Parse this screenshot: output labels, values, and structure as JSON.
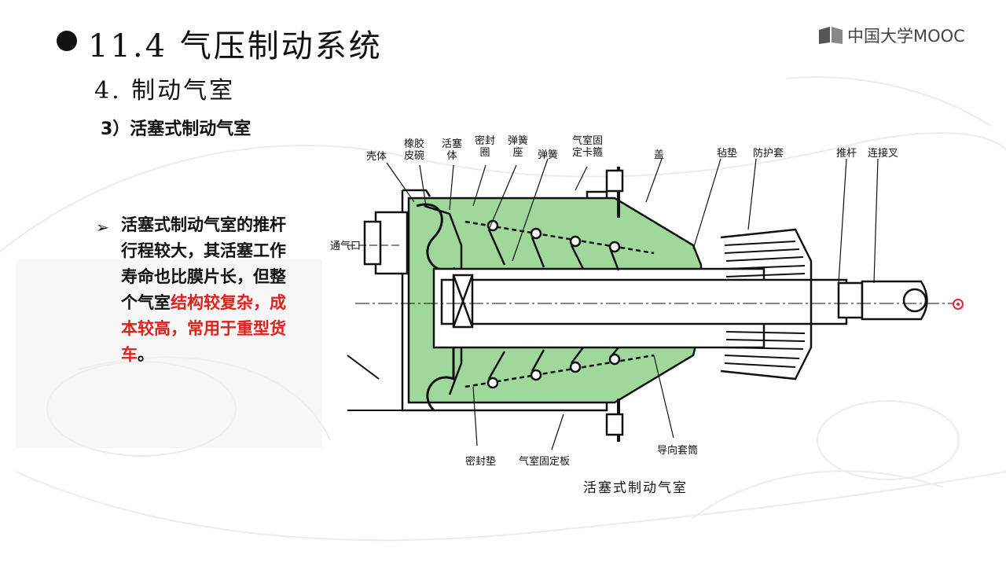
{
  "header": {
    "title": "11.4 气压制动系统",
    "subtitle": "4. 制动气室",
    "section": "3）活塞式制动气室"
  },
  "logo": {
    "text": "中国大学MOOC",
    "icon": "mooc-logo-icon"
  },
  "content": {
    "bullet_icon": "arrow-bullet-icon",
    "text_black": "活塞式制动气室的推杆行程较大，其活塞工作寿命也比膜片长，但整个气室",
    "text_red": "结构较复杂，成本较高，常用于重型货车",
    "text_end": "。"
  },
  "diagram": {
    "caption": "活塞式制动气室",
    "labels": {
      "shell": "壳体",
      "rubber_cup": "橡胶\n皮碗",
      "piston_body": "活塞\n体",
      "seal_ring": "密封\n圈",
      "spring_seat": "弹簧\n座",
      "spring": "弹簧",
      "clamp": "气室固\n定卡箍",
      "cover": "盖",
      "felt_pad": "毡垫",
      "boot": "防护套",
      "push_rod": "推杆",
      "clevis": "连接叉",
      "air_port": "通气口",
      "gasket": "密封垫",
      "mount_plate": "气室固定板",
      "guide_sleeve": "导向套筒"
    },
    "colors": {
      "fill": "#9fd89a",
      "line": "#111111"
    }
  },
  "pointer": {
    "icon": "laser-pointer-icon",
    "color": "#e22233"
  }
}
